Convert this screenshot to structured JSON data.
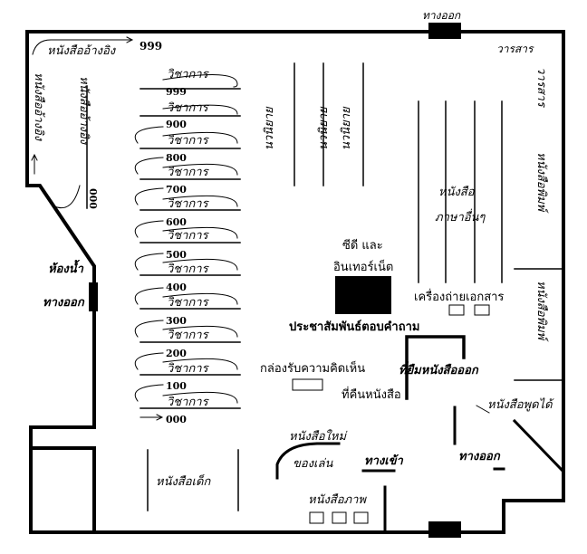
{
  "labels": {
    "exit_top": "ทางออก",
    "magazines": "วารสาร",
    "journals": "วารสาร",
    "reference_top": "หนังสืออ้างอิง",
    "reference_top_num": "999",
    "reference_left": "หนังสืออ้างอิง",
    "reference_left2": "หนังสืออ้างอิง",
    "reference_left2_num": "000",
    "novels_1": "นวนิยาย",
    "novels_2": "นวนิยาย",
    "novels_3": "นวนิยาย",
    "foreign_books_1": "หนังสือ",
    "foreign_books_2": "ภาษาอื่นๆ",
    "newspaper": "หนังสือพิมพ์",
    "cd_internet_1": "ซีดี และ",
    "cd_internet_2": "อินเทอร์เน็ต",
    "photocopier": "เครื่องถ่ายเอกสาร",
    "pr_desk": "ประชาสัมพันธ์ตอบคำถาม",
    "toilet": "ห้องน้ำ",
    "exit_left": "ทางออก",
    "borrow": "ที่ยืมหนังสือออก",
    "return": "ที่คืนหนังสือ",
    "suggestion_box": "กล่องรับความคิดเห็น",
    "new_books": "หนังสือใหม่",
    "toys": "ของเล่น",
    "entrance": "ทางเข้า",
    "exit_bottom_right": "ทางออก",
    "talking_books": "หนังสือพูดได้",
    "children_books": "หนังสือเด็ก",
    "picture_books": "หนังสือภาพ",
    "arrival_books": "หนังสือใหม่"
  },
  "academic": {
    "section_label": "วิชาการ",
    "numbers": [
      "999",
      "900",
      "800",
      "700",
      "600",
      "500",
      "400",
      "300",
      "200",
      "100",
      "000"
    ]
  },
  "colors": {
    "wall": "#000000",
    "background": "#ffffff"
  }
}
